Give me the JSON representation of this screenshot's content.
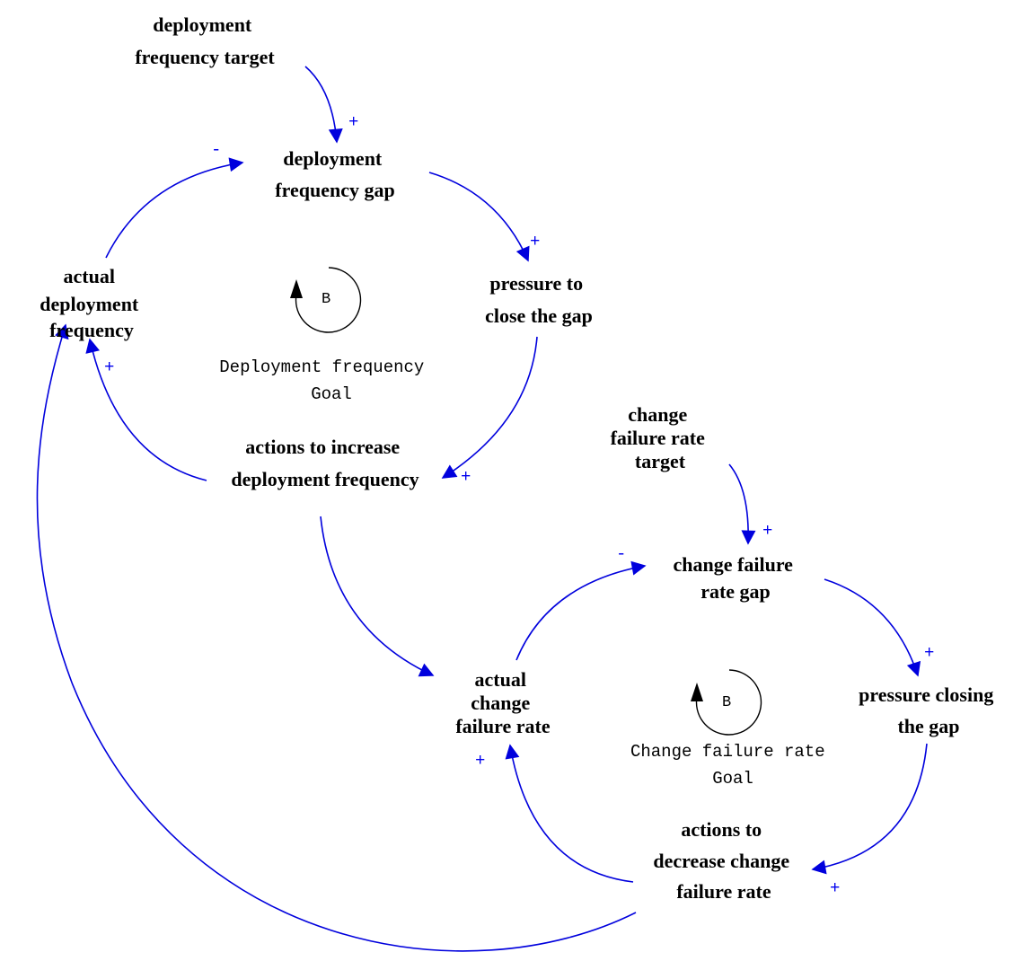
{
  "nodes": {
    "deployment_frequency_target": [
      "deployment",
      "frequency target"
    ],
    "deployment_frequency_gap": [
      "deployment",
      "frequency gap"
    ],
    "pressure_to_close_the_gap": [
      "pressure to",
      "close the gap"
    ],
    "actions_to_increase_deployment_frequency": [
      "actions to increase",
      "deployment frequency"
    ],
    "actual_deployment_frequency": [
      "actual",
      "deployment",
      "frequency"
    ],
    "change_failure_rate_target": [
      "change",
      "failure rate",
      "target"
    ],
    "change_failure_rate_gap": [
      "change failure",
      "rate gap"
    ],
    "pressure_closing_the_gap": [
      "pressure closing",
      "the gap"
    ],
    "actions_to_decrease_change_failure_rate": [
      "actions to",
      "decrease change",
      "failure rate"
    ],
    "actual_change_failure_rate": [
      "actual",
      "change",
      "failure rate"
    ]
  },
  "loops": {
    "deployment": {
      "type": "B",
      "label": [
        "Deployment frequency",
        "Goal"
      ]
    },
    "change_failure": {
      "type": "B",
      "label": [
        "Change failure rate",
        "Goal"
      ]
    }
  },
  "polarities": {
    "target_to_gap_1": "+",
    "gap_to_pressure_1": "+",
    "pressure_to_actions_1": "+",
    "actions_to_actual_1": "+",
    "actual_to_gap_1": "-",
    "target_to_gap_2": "+",
    "gap_to_pressure_2": "+",
    "pressure_to_actions_2": "+",
    "actions_to_actual_2": "+",
    "actual_to_gap_2": "-"
  },
  "colors": {
    "link": "#0000dd",
    "polarity": "#0000ee",
    "text": "#000000",
    "loop_marker": "#000000"
  }
}
